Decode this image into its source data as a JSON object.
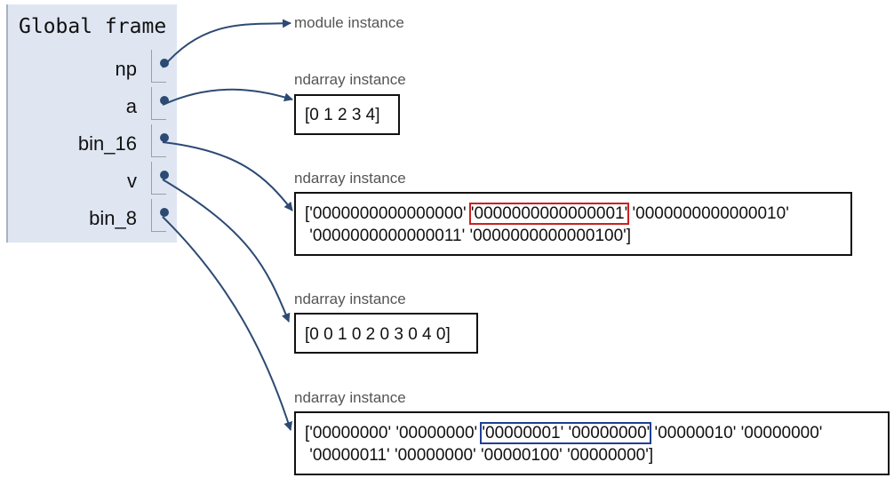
{
  "frame": {
    "title": "Global frame",
    "variables": [
      "np",
      "a",
      "bin_16",
      "v",
      "bin_8"
    ]
  },
  "objects": {
    "module": {
      "label": "module instance"
    },
    "a": {
      "label": "ndarray instance",
      "line1": "[0 1 2 3 4]"
    },
    "bin_16": {
      "label": "ndarray instance",
      "line1_pre": "['0000000000000000' ",
      "line1_hl": "'0000000000000001'",
      "line1_post": " '0000000000000010'",
      "line2": " '0000000000000011' '0000000000000100']"
    },
    "v": {
      "label": "ndarray instance",
      "line1": "[0 0 1 0 2 0 3 0 4 0]"
    },
    "bin_8": {
      "label": "ndarray instance",
      "line1_pre": "['00000000' '00000000' ",
      "line1_hl": "'00000001' '00000000'",
      "line1_post": " '00000010' '00000000'",
      "line2": " '00000011' '00000000' '00000100' '00000000']"
    }
  },
  "colors": {
    "frame_bg": "#dfe6f2",
    "arrow": "#2c4a73",
    "highlight_red": "#cc1f1f",
    "highlight_blue": "#1f3f93"
  }
}
